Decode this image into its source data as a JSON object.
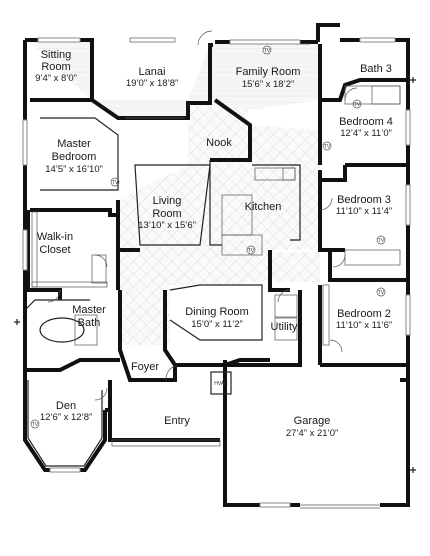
{
  "rooms": {
    "sitting_room": {
      "name_line1": "Sitting",
      "name_line2": "Room",
      "dims": "9’4” x 8’0”"
    },
    "lanai": {
      "name": "Lanai",
      "dims": "19’0” x 18’8”"
    },
    "family_room": {
      "name": "Family Room",
      "dims": "15’6” x 18’2”"
    },
    "bath3": {
      "name": "Bath 3"
    },
    "master_bedroom": {
      "name_line1": "Master",
      "name_line2": "Bedroom",
      "dims": "14’5” x 16’10”"
    },
    "nook": {
      "name": "Nook"
    },
    "bedroom4": {
      "name": "Bedroom 4",
      "dims": "12’4” x 11’0”"
    },
    "living_room": {
      "name_line1": "Living",
      "name_line2": "Room",
      "dims": "13’10” x 15’6”"
    },
    "kitchen": {
      "name": "Kitchen"
    },
    "bedroom3": {
      "name": "Bedroom 3",
      "dims": "11’10” x 11’4”"
    },
    "walkin_closet": {
      "name_line1": "Walk-in",
      "name_line2": "Closet"
    },
    "master_bath": {
      "name_line1": "Master",
      "name_line2": "Bath"
    },
    "dining_room": {
      "name": "Dining Room",
      "dims": "15’0” x 11’2”"
    },
    "bedroom2": {
      "name": "Bedroom 2",
      "dims": "11’10” x 11’6”"
    },
    "utility": {
      "name": "Utility"
    },
    "foyer": {
      "name": "Foyer"
    },
    "den": {
      "name": "Den",
      "dims": "12’6” x 12’8”"
    },
    "entry": {
      "name": "Entry"
    },
    "garage": {
      "name": "Garage",
      "dims": "27’4” x 21’0”"
    }
  },
  "markers": {
    "tv": "TV",
    "hvac": "HVAC"
  }
}
